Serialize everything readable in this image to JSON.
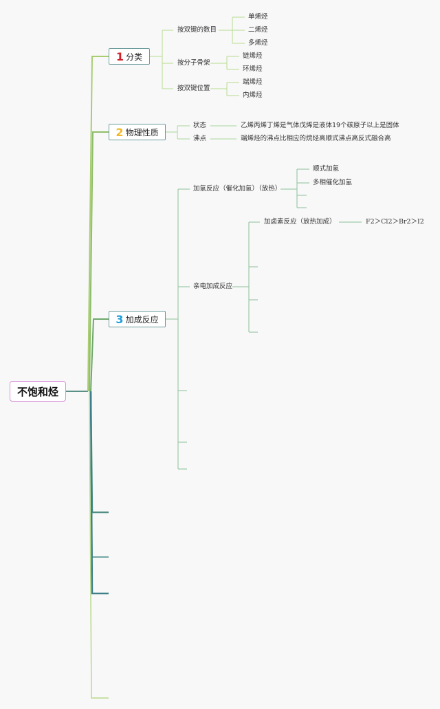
{
  "root": {
    "label": "不饱和烃"
  },
  "branches": [
    {
      "number": "1",
      "number_color": "#d0202a",
      "label": "分类",
      "groups": [
        {
          "label": "按双键的数目",
          "items": [
            "单烯烃",
            "二烯烃",
            "多烯烃"
          ]
        },
        {
          "label": "按分子骨架",
          "items": [
            "链烯烃",
            "环烯烃"
          ]
        },
        {
          "label": "按双键位置",
          "items": [
            "端烯烃",
            "内烯烃"
          ]
        }
      ]
    },
    {
      "number": "2",
      "number_color": "#f0b82a",
      "label": "物理性质",
      "groups": [
        {
          "label": "状态",
          "detail": "乙烯丙烯丁烯是气体戊烯是液体19个碳原子以上是固体"
        },
        {
          "label": "沸点",
          "detail": "端烯烃的沸点比相应的烷烃高顺式沸点高反式融合高"
        }
      ]
    },
    {
      "number": "3",
      "number_color": "#1f9ed8",
      "label": "加成反应",
      "groups": [
        {
          "label": "加氢反应（催化加氢）（放热）",
          "items": [
            "顺式加氢",
            "多相催化加氢"
          ]
        },
        {
          "label": "亲电加成反应",
          "sub": {
            "label": "加卤素反应（放热加成）",
            "detail": "F2＞Cl2＞Br2＞I2"
          }
        }
      ]
    }
  ]
}
